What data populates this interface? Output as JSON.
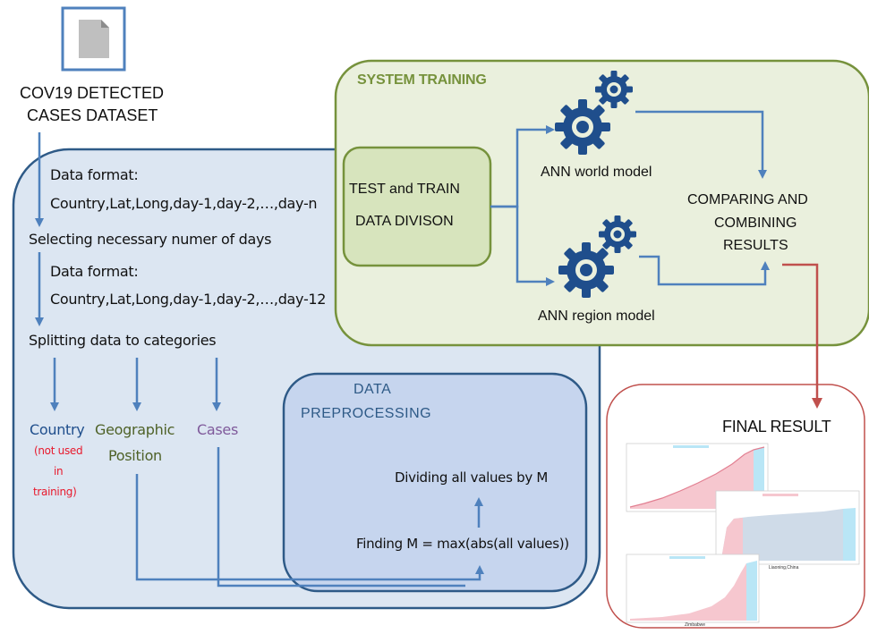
{
  "dataset": {
    "line1": "COV19 DETECTED",
    "line2": "CASES DATASET"
  },
  "left_panel": {
    "format_label_1": "Data format:",
    "format_value_1": "Country,Lat,Long,day-1,day-2,…,day-n",
    "selecting": "Selecting necessary numer of days",
    "format_label_2": "Data format:",
    "format_value_2": "Country,Lat,Long,day-1,day-2,…,day-12",
    "splitting": "Splitting data to categories",
    "cat_country": "Country",
    "cat_country_note_1": "(not used",
    "cat_country_note_2": "in",
    "cat_country_note_3": "training)",
    "cat_geo_1": "Geographic",
    "cat_geo_2": "Position",
    "cat_cases": "Cases"
  },
  "preprocessing": {
    "title_1": "DATA",
    "title_2": "PREPROCESSING",
    "dividing": "Dividing all values by M",
    "finding": "Finding M = max(abs(all values))"
  },
  "training": {
    "title": "SYSTEM TRAINING",
    "split_1": "TEST and TRAIN",
    "split_2": "DATA DIVISON",
    "world_model": "ANN world model",
    "region_model": "ANN region model",
    "compare_1": "COMPARING AND",
    "compare_2": "COMBINING",
    "compare_3": "RESULTS"
  },
  "final": {
    "title": "FINAL RESULT",
    "caption_mid": "Liaoning,China",
    "caption_bottom": "Zimbabwe"
  },
  "colors": {
    "blue_panel": "#dce6f2",
    "blue_border": "#2e5a87",
    "green_panel": "#eaf0dd",
    "green_border": "#76923c",
    "arrow_blue": "#4f81bd",
    "gear": "#1f4e8c",
    "red": "#c0504d",
    "note_red": "#e8192c",
    "geo_green": "#4f6228",
    "cases_purple": "#7f5a9b"
  }
}
